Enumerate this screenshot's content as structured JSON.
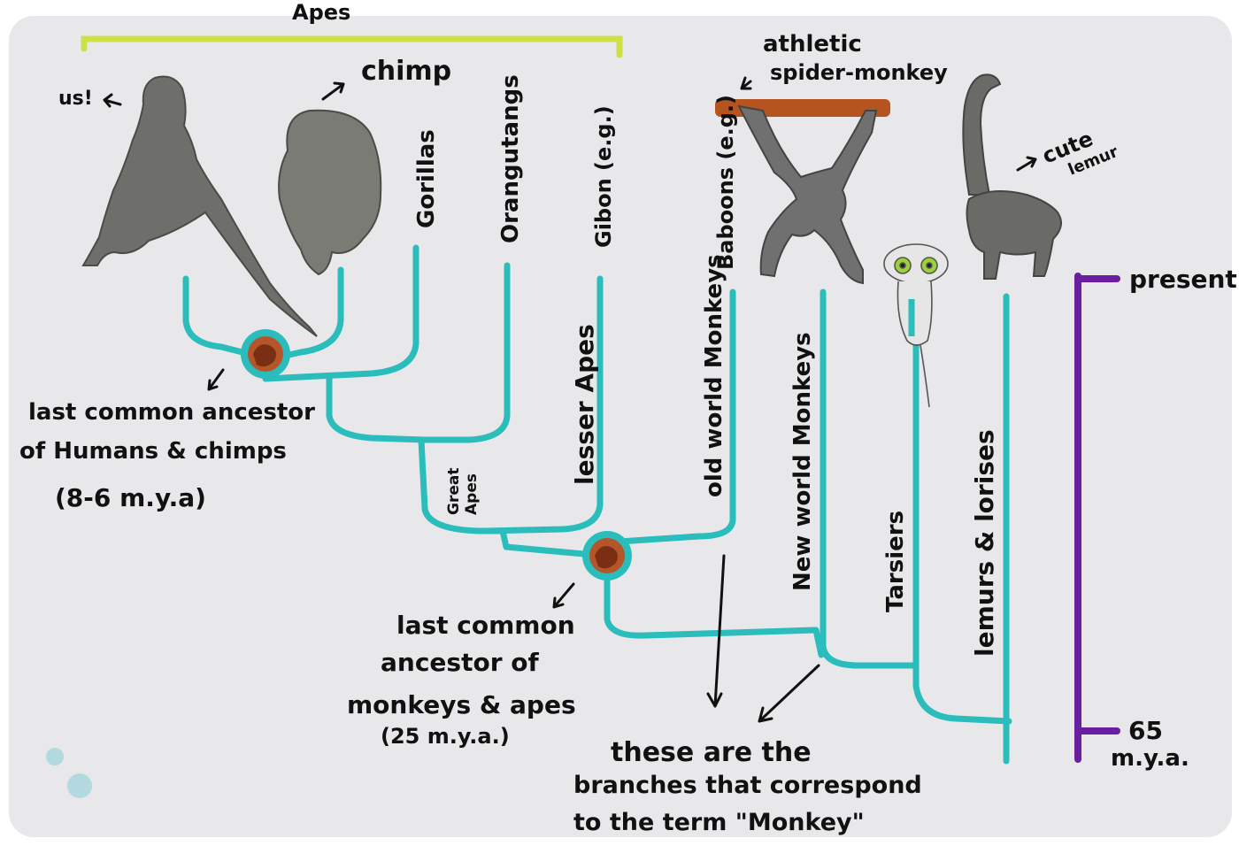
{
  "labels": {
    "apes": "Apes",
    "us": "us!",
    "chimp": "chimp",
    "gorillas": "Gorillas",
    "orangutangs": "Orangutangs",
    "gibbon": "Gibon (e.g.)",
    "baboons": "Baboons (e.g.)",
    "spider_monkey_line1": "athletic",
    "spider_monkey_line2": "spider-monkey",
    "cute_lemur_line1": "cute",
    "cute_lemur_line2": "lemur",
    "present": "present",
    "mya65_line1": "65",
    "mya65_line2": "m.y.a.",
    "lca_hc_line1": "last common ancestor",
    "lca_hc_line2": "of Humans & chimps",
    "lca_hc_line3": "(8-6 m.y.a)",
    "great_apes_line1": "Great",
    "great_apes_line2": "Apes",
    "lesser_apes": "lesser Apes",
    "old_world": "old world Monkeys",
    "new_world": "New world Monkeys",
    "tarsiers": "Tarsiers",
    "lemurs_lorises": "lemurs & lorises",
    "lca_ma_line1": "last common",
    "lca_ma_line2": "ancestor of",
    "lca_ma_line3": "monkeys & apes",
    "lca_ma_line4": "(25 m.y.a.)",
    "monkey_note_line1": "these are the",
    "monkey_note_line2": "branches that correspond",
    "monkey_note_line3": "to the term \"Monkey\""
  },
  "icons": [
    "human-silhouette",
    "chimp-silhouette",
    "spider-monkey-illustration",
    "tarsier-illustration",
    "lemur-illustration",
    "ancestor-node"
  ],
  "colors": {
    "background": "#e8e8ea",
    "tree_branch": "#2bbcbc",
    "apes_bracket": "#cde04a",
    "timeline": "#6a1fa0",
    "ancestor_node": "#b4552a",
    "branch_bar": "#b5541e",
    "silhouette": "#6e6e6a"
  }
}
